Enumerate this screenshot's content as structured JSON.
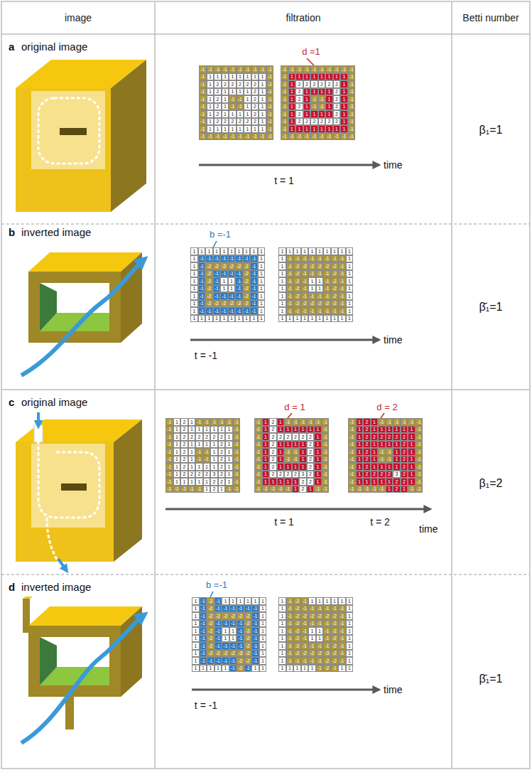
{
  "diagram": {
    "nodes": [
      {
        "text": [
          "image"
        ]
      },
      {
        "text": [
          "filtration"
        ]
      },
      {
        "text": [
          "Betti number"
        ]
      }
    ],
    "labels": [
      "a",
      "original image",
      "d =1",
      "time",
      "t = 1",
      "β₁=1",
      "b",
      "inverted image",
      "b =-1",
      "time",
      "t = -1",
      "β̄₁=1",
      "c",
      "original image",
      "d = 1",
      "d = 2",
      "time",
      "t = 1",
      "t = 2",
      "β₁=2",
      "d",
      "inverted image",
      "b =-1",
      "time",
      "t = -1",
      "β̄₁=1",
      "-1",
      "-1",
      "-1",
      "-1",
      "-1",
      "-1",
      "-1",
      "-1",
      "-1",
      "-1",
      "-1",
      "1",
      "1",
      "1",
      "1",
      "1",
      "1",
      "1",
      "1",
      "-1",
      "-1",
      "1",
      "2",
      "2",
      "2",
      "2",
      "2",
      "2",
      "1",
      "-1",
      "-1",
      "1",
      "2",
      "1",
      "1",
      "1",
      "1",
      "2",
      "1",
      "-1",
      "-1",
      "1",
      "2",
      "1",
      "-1",
      "-1",
      "1",
      "2",
      "1",
      "-1",
      "-1",
      "1",
      "2",
      "1",
      "-1",
      "-1",
      "1",
      "2",
      "1",
      "-1",
      "-1",
      "1",
      "2",
      "1",
      "1",
      "1",
      "1",
      "2",
      "1",
      "-1",
      "-1",
      "1",
      "2",
      "2",
      "2",
      "2",
      "2",
      "2",
      "1",
      "-1",
      "-1",
      "1",
      "1",
      "1",
      "1",
      "1",
      "1",
      "1",
      "1",
      "-1",
      "-1",
      "-1",
      "-1",
      "-1",
      "-1",
      "-1",
      "-1",
      "-1",
      "-1",
      "-1",
      "-1",
      "-1",
      "-1",
      "-1",
      "-1",
      "-1",
      "-1",
      "-1",
      "-1",
      "-1",
      "-1",
      "1",
      "1",
      "1",
      "1",
      "1",
      "1",
      "1",
      "1",
      "-1",
      "-1",
      "1",
      "2",
      "2",
      "2",
      "2",
      "2",
      "2",
      "1",
      "-1",
      "-1",
      "1",
      "2",
      "1",
      "1",
      "1",
      "1",
      "2",
      "1",
      "-1",
      "-1",
      "1",
      "2",
      "1",
      "-1",
      "-1",
      "1",
      "2",
      "1",
      "-1",
      "-1",
      "1",
      "2",
      "1",
      "-1",
      "-1",
      "1",
      "2",
      "1",
      "-1",
      "-1",
      "1",
      "2",
      "1",
      "1",
      "1",
      "1",
      "2",
      "1",
      "-1",
      "-1",
      "1",
      "2",
      "2",
      "2",
      "2",
      "2",
      "2",
      "1",
      "-1",
      "-1",
      "1",
      "1",
      "1",
      "1",
      "1",
      "1",
      "1",
      "1",
      "-1",
      "-1",
      "-1",
      "-1",
      "-1",
      "-1",
      "-1",
      "-1",
      "-1",
      "-1",
      "-1",
      "1",
      "1",
      "1",
      "1",
      "1",
      "1",
      "1",
      "1",
      "1",
      "1",
      "1",
      "-1",
      "-1",
      "-1",
      "-1",
      "-1",
      "-1",
      "-1",
      "-1",
      "1",
      "1",
      "-1",
      "-2",
      "-2",
      "-2",
      "-2",
      "-2",
      "-2",
      "-1",
      "1",
      "1",
      "-1",
      "-2",
      "-1",
      "-1",
      "-1",
      "-1",
      "-2",
      "-1",
      "1",
      "1",
      "-1",
      "-2",
      "-1",
      "1",
      "1",
      "-1",
      "-2",
      "-1",
      "1",
      "1",
      "-1",
      "-2",
      "-1",
      "1",
      "1",
      "-1",
      "-2",
      "-1",
      "1",
      "1",
      "-1",
      "-2",
      "-1",
      "-1",
      "-1",
      "-1",
      "-2",
      "-1",
      "1",
      "1",
      "-1",
      "-2",
      "-2",
      "-2",
      "-2",
      "-2",
      "-2",
      "-1",
      "1",
      "1",
      "-1",
      "-1",
      "-1",
      "-1",
      "-1",
      "-1",
      "-1",
      "-1",
      "1",
      "1",
      "1",
      "1",
      "1",
      "1",
      "1",
      "1",
      "1",
      "1",
      "1",
      "1",
      "1",
      "1",
      "1",
      "1",
      "1",
      "1",
      "1",
      "1",
      "1",
      "1",
      "-1",
      "-1",
      "-1",
      "-1",
      "-1",
      "-1",
      "-1",
      "-1",
      "1",
      "1",
      "-1",
      "-2",
      "-2",
      "-2",
      "-2",
      "-2",
      "-2",
      "-1",
      "1",
      "1",
      "-1",
      "-2",
      "-1",
      "-1",
      "-1",
      "-1",
      "-2",
      "-1",
      "1",
      "1",
      "-1",
      "-2",
      "-1",
      "1",
      "1",
      "-1",
      "-2",
      "-1",
      "1",
      "1",
      "-1",
      "-2",
      "-1",
      "1",
      "1",
      "-1",
      "-2",
      "-1",
      "1",
      "1",
      "-1",
      "-2",
      "-1",
      "-1",
      "-1",
      "-1",
      "-2",
      "-1",
      "1",
      "1",
      "-1",
      "-2",
      "-2",
      "-2",
      "-2",
      "-2",
      "-2",
      "-1",
      "1",
      "1",
      "-1",
      "-1",
      "-1",
      "-1",
      "-1",
      "-1",
      "-1",
      "-1",
      "1",
      "1",
      "1",
      "1",
      "1",
      "1",
      "1",
      "1",
      "1",
      "1",
      "1",
      "-1",
      "1",
      "2",
      "1",
      "-1",
      "-1",
      "-1",
      "-1",
      "-1",
      "-1",
      "-1",
      "1",
      "2",
      "1",
      "1",
      "1",
      "1",
      "1",
      "1",
      "-1",
      "-1",
      "1",
      "2",
      "2",
      "2",
      "2",
      "2",
      "2",
      "1",
      "-1",
      "-1",
      "1",
      "2",
      "1",
      "1",
      "1",
      "1",
      "2",
      "1",
      "-1",
      "-1",
      "1",
      "2",
      "1",
      "-1",
      "-1",
      "1",
      "2",
      "1",
      "-1",
      "-1",
      "1",
      "2",
      "1",
      "-1",
      "-1",
      "1",
      "2",
      "1",
      "-1",
      "-1",
      "1",
      "2",
      "1",
      "1",
      "1",
      "1",
      "2",
      "1",
      "-1",
      "-1",
      "1",
      "2",
      "2",
      "2",
      "2",
      "3",
      "2",
      "1",
      "-1",
      "-1",
      "1",
      "1",
      "1",
      "1",
      "1",
      "2",
      "2",
      "1",
      "-1",
      "-1",
      "-1",
      "-1",
      "-1",
      "-1",
      "1",
      "2",
      "1",
      "-1",
      "-1",
      "-1",
      "1",
      "2",
      "1",
      "-1",
      "-1",
      "-1",
      "-1",
      "-1",
      "-1",
      "-1",
      "1",
      "2",
      "1",
      "1",
      "1",
      "1",
      "1",
      "1",
      "-1",
      "-1",
      "1",
      "2",
      "2",
      "2",
      "2",
      "2",
      "2",
      "1",
      "-1",
      "-1",
      "1",
      "2",
      "1",
      "1",
      "1",
      "1",
      "2",
      "1",
      "-1",
      "-1",
      "1",
      "2",
      "1",
      "-1",
      "-1",
      "1",
      "2",
      "1",
      "-1",
      "-1",
      "1",
      "2",
      "1",
      "-1",
      "-1",
      "1",
      "2",
      "1",
      "-1",
      "-1",
      "1",
      "2",
      "1",
      "1",
      "1",
      "1",
      "2",
      "1",
      "-1",
      "-1",
      "1",
      "2",
      "2",
      "2",
      "2",
      "3",
      "2",
      "1",
      "-1",
      "-1",
      "1",
      "1",
      "1",
      "1",
      "1",
      "2",
      "2",
      "1",
      "-1",
      "-1",
      "-1",
      "-1",
      "-1",
      "-1",
      "1",
      "2",
      "1",
      "-1",
      "-1",
      "-1",
      "1",
      "2",
      "1",
      "-1",
      "-1",
      "-1",
      "-1",
      "-1",
      "-1",
      "-1",
      "1",
      "2",
      "1",
      "1",
      "1",
      "1",
      "1",
      "1",
      "-1",
      "-1",
      "1",
      "2",
      "2",
      "2",
      "2",
      "2",
      "2",
      "1",
      "-1",
      "-1",
      "1",
      "2",
      "1",
      "1",
      "1",
      "1",
      "2",
      "1",
      "-1",
      "-1",
      "1",
      "2",
      "1",
      "-1",
      "-1",
      "1",
      "2",
      "1",
      "-1",
      "-1",
      "1",
      "2",
      "1",
      "-1",
      "-1",
      "1",
      "2",
      "1",
      "-1",
      "-1",
      "1",
      "2",
      "1",
      "1",
      "1",
      "1",
      "2",
      "1",
      "-1",
      "-1",
      "1",
      "2",
      "2",
      "2",
      "2",
      "3",
      "2",
      "1",
      "-1",
      "-1",
      "1",
      "1",
      "1",
      "1",
      "1",
      "2",
      "2",
      "1",
      "-1",
      "-1",
      "-1",
      "-1",
      "-1",
      "-1",
      "1",
      "2",
      "1",
      "-1",
      "-1",
      "1",
      "-1",
      "-2",
      "-1",
      "1",
      "1",
      "1",
      "1",
      "1",
      "1",
      "1",
      "-1",
      "-2",
      "-1",
      "-1",
      "-1",
      "-1",
      "-1",
      "-1",
      "1",
      "1",
      "-1",
      "-2",
      "-2",
      "-2",
      "-2",
      "-2",
      "-2",
      "-1",
      "1",
      "1",
      "-1",
      "-2",
      "-1",
      "-1",
      "-1",
      "-1",
      "-2",
      "-1",
      "1",
      "1",
      "-1",
      "-2",
      "-1",
      "1",
      "1",
      "-1",
      "-2",
      "-1",
      "1",
      "1",
      "-1",
      "-2",
      "-1",
      "1",
      "1",
      "-1",
      "-2",
      "-1",
      "1",
      "1",
      "-1",
      "-2",
      "-1",
      "-1",
      "-1",
      "-1",
      "-2",
      "-1",
      "1",
      "1",
      "-1",
      "-2",
      "-2",
      "-2",
      "-2",
      "-3",
      "-2",
      "-1",
      "1",
      "1",
      "-1",
      "-1",
      "-1",
      "-1",
      "-1",
      "-2",
      "-2",
      "-1",
      "1",
      "1",
      "1",
      "1",
      "1",
      "1",
      "-1",
      "-2",
      "-1",
      "1",
      "1",
      "1",
      "-1",
      "-2",
      "-1",
      "1",
      "1",
      "1",
      "1",
      "1",
      "1",
      "1",
      "-1",
      "-2",
      "-1",
      "-1",
      "-1",
      "-1",
      "-1",
      "-1",
      "1",
      "1",
      "-1",
      "-2",
      "-2",
      "-2",
      "-2",
      "-2",
      "-2",
      "-1",
      "1",
      "1",
      "-1",
      "-2",
      "-1",
      "-1",
      "-1",
      "-1",
      "-2",
      "-1",
      "1",
      "1",
      "-1",
      "-2",
      "-1",
      "1",
      "1",
      "-1",
      "-2",
      "-1",
      "1",
      "1",
      "-1",
      "-2",
      "-1",
      "1",
      "1",
      "-1",
      "-2",
      "-1",
      "1",
      "1",
      "-1",
      "-2",
      "-1",
      "-1",
      "-1",
      "-1",
      "-2",
      "-1",
      "1",
      "1",
      "-1",
      "-2",
      "-2",
      "-2",
      "-2",
      "-3",
      "-2",
      "-1",
      "1",
      "1",
      "-1",
      "-1",
      "-1",
      "-1",
      "-1",
      "-2",
      "-2",
      "-1",
      "1",
      "1",
      "1",
      "1",
      "1",
      "1",
      "-1",
      "-2",
      "-1",
      "1",
      "1"
    ]
  }
}
